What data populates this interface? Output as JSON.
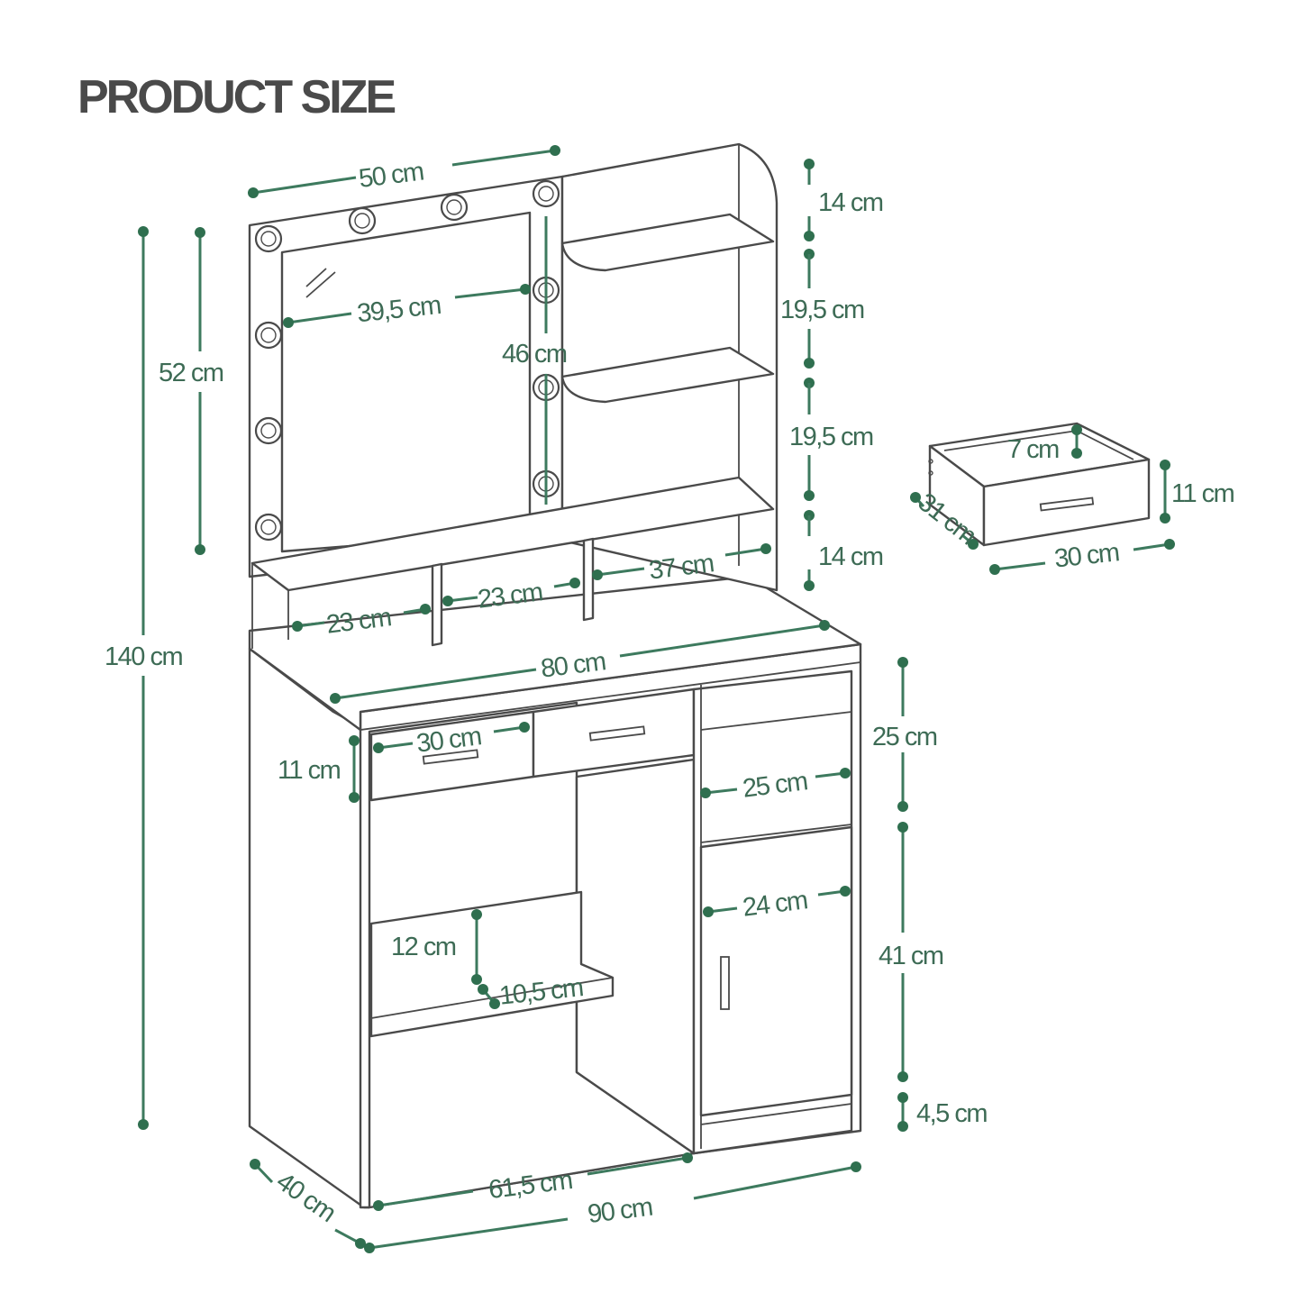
{
  "title": "PRODUCT SIZE",
  "colors": {
    "accent": "#2f6f4f",
    "label": "#3d6b55",
    "outline": "#4a4a4a"
  },
  "dimensions": {
    "mirror_width": "50 cm",
    "mirror_inner_width": "39,5 cm",
    "mirror_inner_height": "46 cm",
    "mirror_frame_height": "52 cm",
    "total_height": "140 cm",
    "shelf_top_gap": "14 cm",
    "shelf_gap_1": "19,5 cm",
    "shelf_gap_2": "19,5 cm",
    "shelf_bottom_gap": "14 cm",
    "cubby_1_width": "23 cm",
    "cubby_2_width": "23 cm",
    "cubby_3_width": "37 cm",
    "desktop_width": "80 cm",
    "drawer_width": "30 cm",
    "drawer_height": "11 cm",
    "open_shelf_height": "25 cm",
    "open_shelf_width": "25 cm",
    "cabinet_height": "41 cm",
    "cabinet_inner_width": "24 cm",
    "base_height": "4,5 cm",
    "footrest_height": "12 cm",
    "footrest_depth": "10,5 cm",
    "kneehole_width": "61,5 cm",
    "total_width": "90 cm",
    "total_depth": "40 cm"
  },
  "drawer_detail": {
    "inner_depth": "7 cm",
    "height": "11 cm",
    "depth": "31 cm",
    "width": "30 cm"
  }
}
